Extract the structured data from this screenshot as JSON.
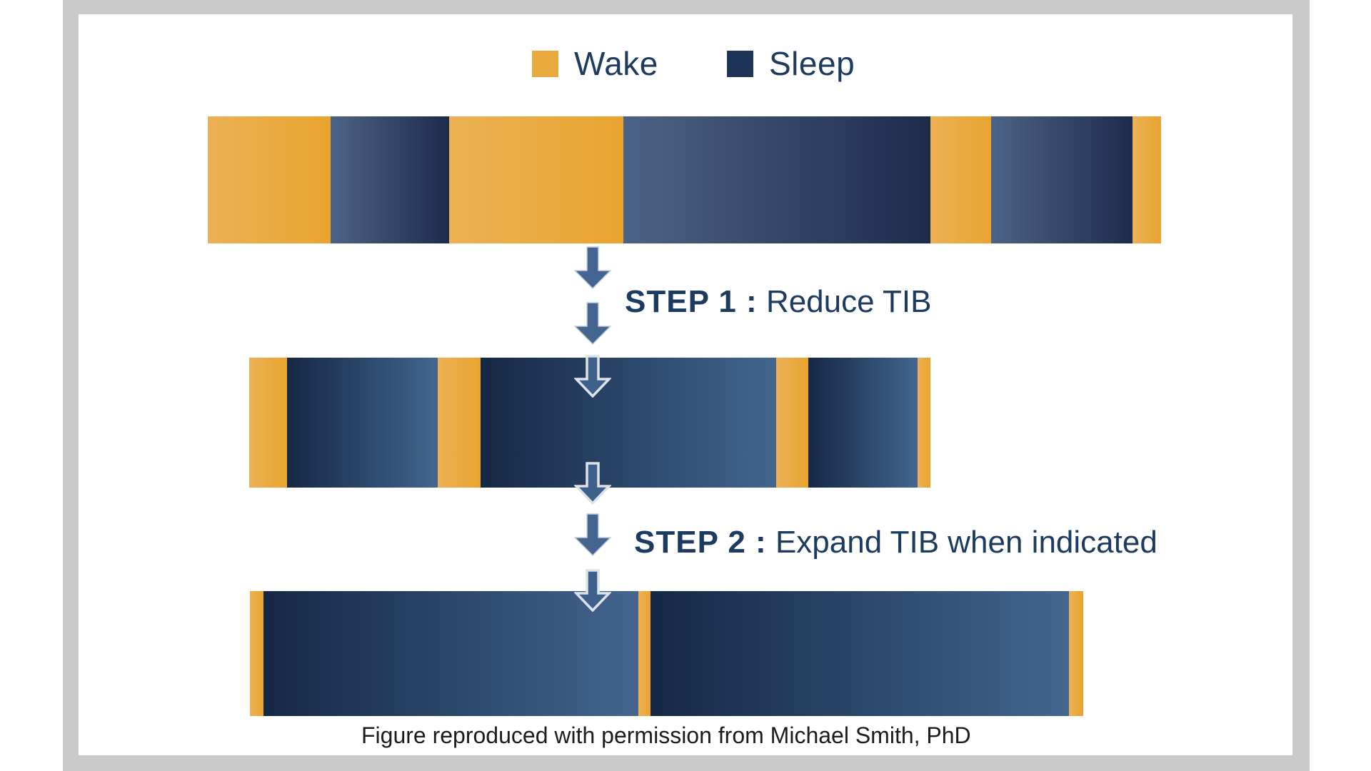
{
  "figure": {
    "caption": "Figure reproduced with permission from Michael Smith, PhD"
  },
  "legend": {
    "items": [
      {
        "label": "Wake",
        "color": "#eaa93c"
      },
      {
        "label": "Sleep",
        "color": "#1d3456"
      }
    ]
  },
  "steps": [
    {
      "prefix": "STEP 1 :",
      "label": "Reduce TIB"
    },
    {
      "prefix": "STEP 2 :",
      "label": "Expand TIB when indicated"
    }
  ],
  "colors": {
    "wake_orange": "#eaa93c",
    "sleep_navy_dark": "#1d2b4b",
    "sleep_navy_light": "#44658e",
    "heading_navy": "#1d3a5f",
    "arrow_fill": "#44658f",
    "arrow_outline": "#dde3e9",
    "frame_gray": "#cacaca",
    "caption_black": "#1c1c1c"
  },
  "chart_data": {
    "type": "timeline-bars",
    "title": "",
    "description": "Sleep restriction therapy schematic: three time-in-bed (TIB) bars showing alternating Wake (orange) and Sleep (navy) periods; TIB is reduced in Step 1 and expanded in Step 2 as sleep consolidates",
    "legend_position": "top-center",
    "states": [
      "wake",
      "sleep"
    ],
    "bars": [
      {
        "name": "baseline",
        "sleep_gradient": "light-to-dark",
        "segments": [
          {
            "state": "wake",
            "pct": 12.9
          },
          {
            "state": "sleep",
            "pct": 12.4
          },
          {
            "state": "wake",
            "pct": 18.3
          },
          {
            "state": "sleep",
            "pct": 32.2
          },
          {
            "state": "wake",
            "pct": 6.4
          },
          {
            "state": "sleep",
            "pct": 14.8
          },
          {
            "state": "wake",
            "pct": 3.0
          }
        ]
      },
      {
        "name": "after-step-1-reduce-tib",
        "sleep_gradient": "dark-to-light",
        "segments": [
          {
            "state": "wake",
            "pct": 5.6
          },
          {
            "state": "sleep",
            "pct": 22.1
          },
          {
            "state": "wake",
            "pct": 6.3
          },
          {
            "state": "sleep",
            "pct": 43.4
          },
          {
            "state": "wake",
            "pct": 4.7
          },
          {
            "state": "sleep",
            "pct": 16.0
          },
          {
            "state": "wake",
            "pct": 1.9
          }
        ]
      },
      {
        "name": "after-step-2-expand-tib",
        "sleep_gradient": "dark-to-light",
        "segments": [
          {
            "state": "wake",
            "pct": 1.6
          },
          {
            "state": "sleep",
            "pct": 45.0
          },
          {
            "state": "wake",
            "pct": 1.5
          },
          {
            "state": "sleep",
            "pct": 50.2
          },
          {
            "state": "wake",
            "pct": 1.7
          }
        ]
      }
    ]
  }
}
